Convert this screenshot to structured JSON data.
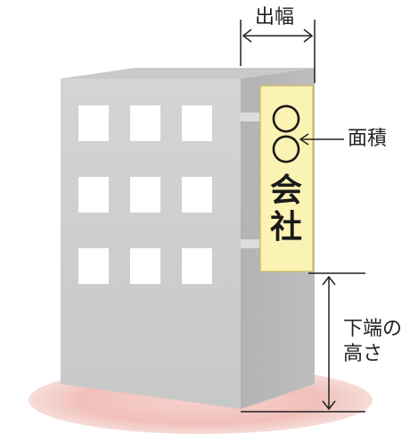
{
  "labels": {
    "projection": "出幅",
    "area": "面積",
    "bottom_height_line1": "下端の",
    "bottom_height_line2": "高さ"
  },
  "sign": {
    "circle1": "〇",
    "circle2": "〇",
    "char1": "会",
    "char2": "社"
  },
  "colors": {
    "sign_fill": "#fbf3b4",
    "sign_stroke": "#cdbf6a",
    "building_front": "#cfcfcf",
    "building_side": "#b7b7b7",
    "building_top": "#c4c4c4",
    "window": "#ffffff",
    "shadow": "#f4c9c4",
    "line": "#222222"
  }
}
